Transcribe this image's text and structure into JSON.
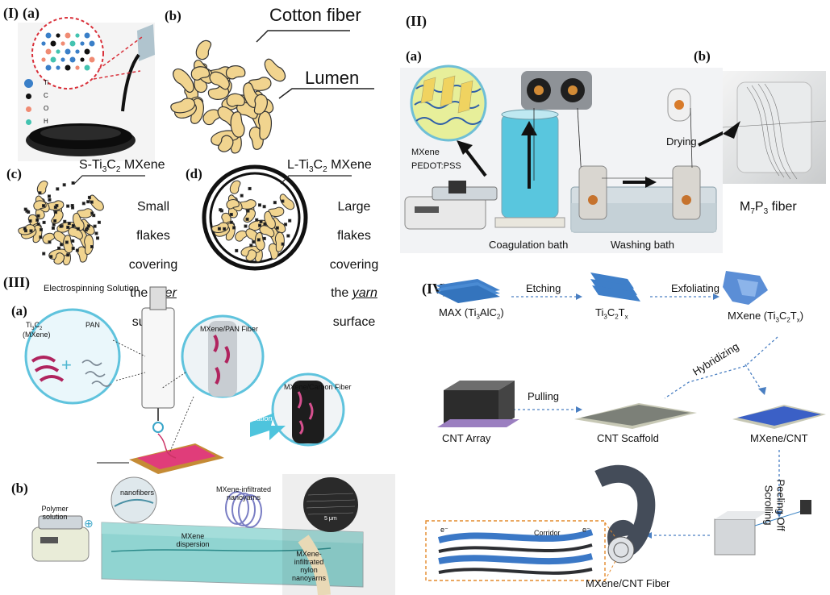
{
  "panels": {
    "I": {
      "label": "(I)",
      "a": {
        "label": "(a)",
        "legend": [
          "Ti",
          "C",
          "O",
          "H"
        ],
        "legend_colors": [
          "#3a7fc8",
          "#111111",
          "#f08b73",
          "#43c3b0"
        ]
      },
      "b": {
        "label": "(b)",
        "cotton_fiber": "Cotton fiber",
        "lumen": "Lumen"
      },
      "c": {
        "label": "(c)",
        "title": "S-Ti3C2 MXene",
        "title_main": "S-Ti",
        "title_s1": "3",
        "title_m2": "C",
        "title_s2": "2",
        "title_end": " MXene",
        "desc_lines": [
          "Small",
          "flakes",
          "covering",
          "the"
        ],
        "desc_ital": "fiber",
        "desc_last": "surface"
      },
      "d": {
        "label": "(d)",
        "title_main": "L-Ti",
        "title_s1": "3",
        "title_m2": "C",
        "title_s2": "2",
        "title_end": " MXene",
        "desc_lines": [
          "Large",
          "flakes",
          "covering",
          "the"
        ],
        "desc_ital": "yarn",
        "desc_last": "surface"
      }
    },
    "II": {
      "label": "(II)",
      "a": {
        "label": "(a)",
        "mxene": "MXene",
        "pedot": "PEDOT:PSS",
        "coag": "Coagulation bath",
        "wash": "Washing bath",
        "drying": "Drying"
      },
      "b": {
        "label": "(b)",
        "fiber_main": "M",
        "fiber_s1": "7",
        "fiber_m2": "P",
        "fiber_s2": "3",
        "fiber_end": " fiber"
      }
    },
    "III": {
      "label": "(III)",
      "a": {
        "label": "(a)",
        "solution": "Electrospinning Solution",
        "ti3c2_main": "Ti",
        "ti3c2_s1": "3",
        "ti3c2_m2": "C",
        "ti3c2_s2": "2",
        "mxene_paren": "(MXene)",
        "pan": "PAN",
        "pan_fiber": "MXene/PAN Fiber",
        "carbonization": "Carbonization",
        "carbon_fiber": "MXene/Carbon Fiber"
      },
      "b": {
        "label": "(b)",
        "nanofibers": "nanofibers",
        "polymer": "Polymer\nsolution",
        "dispersion": "MXene\ndispersion",
        "infiltrated": "MXene-infiltrated\nnanoyarns",
        "nylon": "MXene-\ninfiltrated\nnylon\nnanoyarns",
        "scale": "5 μm"
      }
    },
    "IV": {
      "label": "(IV)",
      "steps": {
        "max_main": "MAX (Ti",
        "max_s1": "3",
        "max_m2": "AlC",
        "max_s2": "2",
        "max_end": ")",
        "etching": "Etching",
        "tct_main": "Ti",
        "tct_s1": "3",
        "tct_m2": "C",
        "tct_s2": "2",
        "tct_m3": "T",
        "tct_s3": "x",
        "exfoliating": "Exfoliating",
        "mx_main": "MXene (Ti",
        "mx_s1": "3",
        "mx_m2": "C",
        "mx_s2": "2",
        "mx_m3": "T",
        "mx_s3": "x",
        "mx_end": ")",
        "hybridizing": "Hybridizing",
        "cnt_array": "CNT Array",
        "pulling": "Pulling",
        "cnt_scaffold": "CNT Scaffold",
        "mxene_cnt": "MXene/CNT",
        "peeling": "Peeling Off\nScrolling",
        "corridor": "Corridor",
        "electron": "e⁻",
        "fiber": "MXene/CNT Fiber"
      }
    }
  }
}
